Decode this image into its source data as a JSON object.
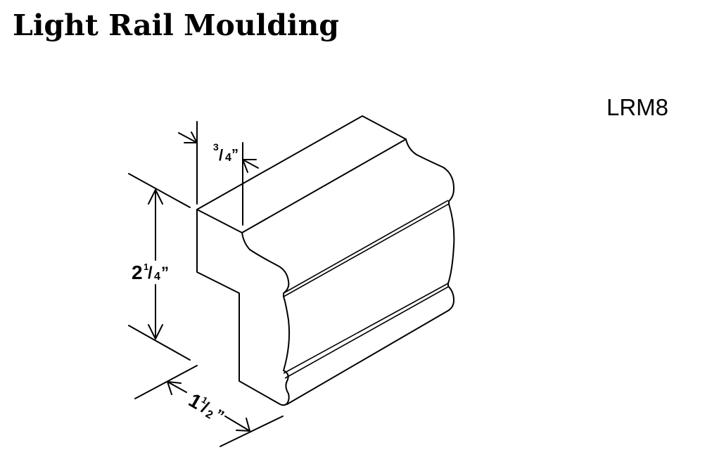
{
  "title": "Light Rail Moulding",
  "product_code": "LRM8",
  "dimensions": {
    "top_width": {
      "whole": "",
      "num": "3",
      "den": "4",
      "unit": "”"
    },
    "height": {
      "whole": "2",
      "num": "1",
      "den": "4",
      "unit": "”"
    },
    "depth": {
      "whole": "1",
      "num": "1",
      "den": "2",
      "unit": "”"
    }
  }
}
